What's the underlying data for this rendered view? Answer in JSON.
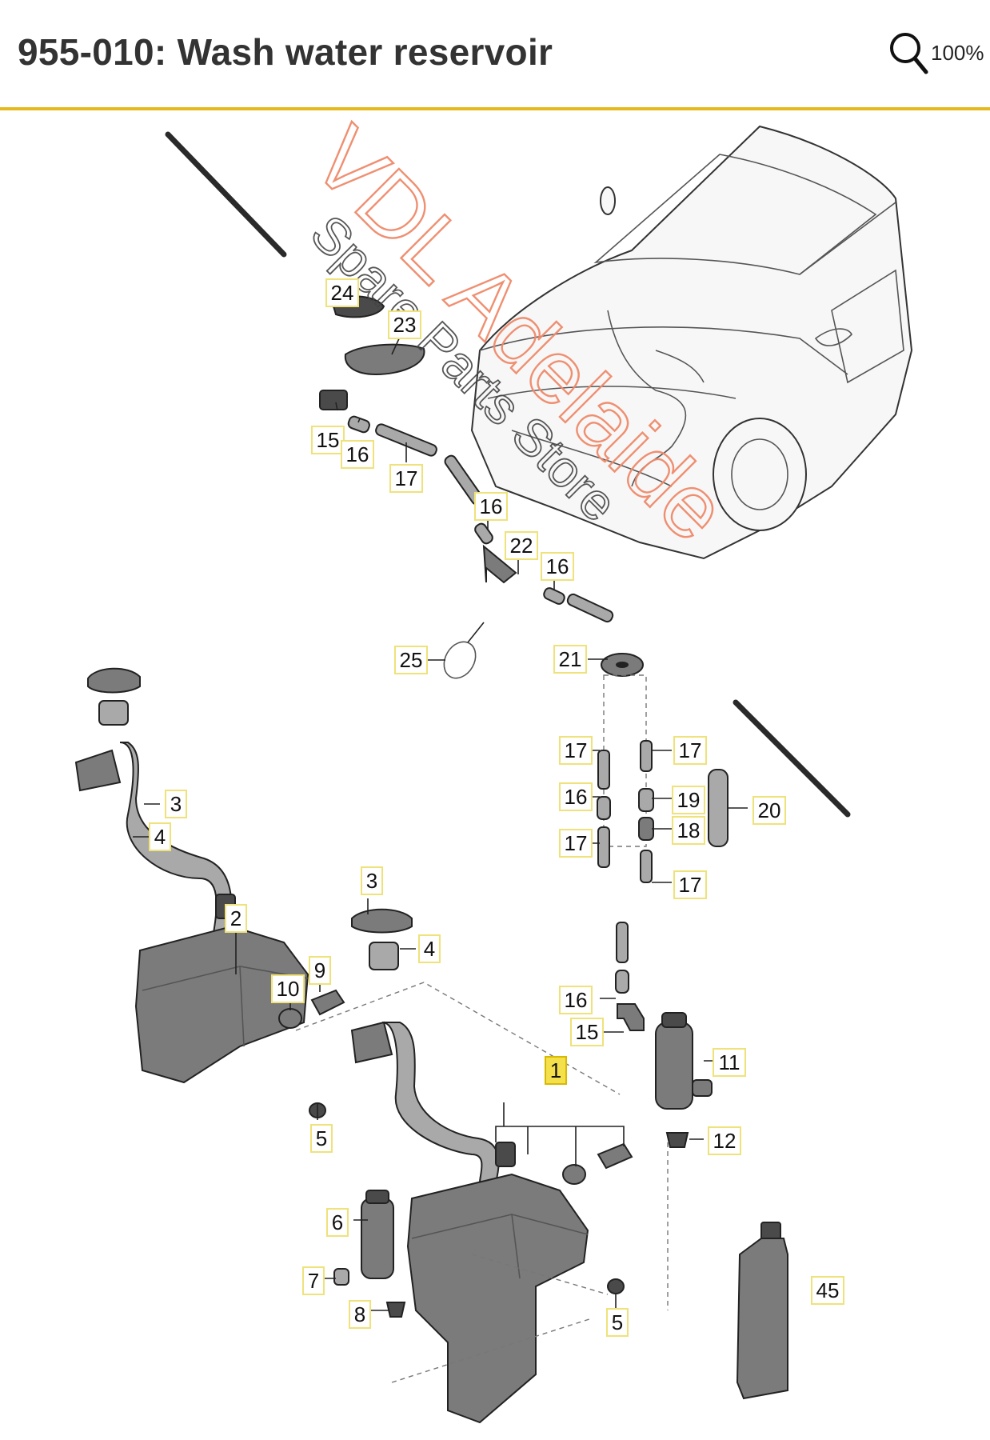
{
  "header": {
    "title": "955-010: Wash water reservoir",
    "zoom_label": "100%"
  },
  "watermark": {
    "line1": "VDL Adelaide",
    "line2": "Spare Parts Store",
    "color": "#ef8a6a"
  },
  "callouts": [
    {
      "id": "c1",
      "label": "1",
      "highlighted": true
    },
    {
      "id": "c2",
      "label": "2"
    },
    {
      "id": "c3a",
      "label": "3"
    },
    {
      "id": "c3b",
      "label": "3"
    },
    {
      "id": "c4a",
      "label": "4"
    },
    {
      "id": "c4b",
      "label": "4"
    },
    {
      "id": "c5a",
      "label": "5"
    },
    {
      "id": "c5b",
      "label": "5"
    },
    {
      "id": "c6",
      "label": "6"
    },
    {
      "id": "c7",
      "label": "7"
    },
    {
      "id": "c8",
      "label": "8"
    },
    {
      "id": "c9",
      "label": "9"
    },
    {
      "id": "c10",
      "label": "10"
    },
    {
      "id": "c11",
      "label": "11"
    },
    {
      "id": "c12",
      "label": "12"
    },
    {
      "id": "c15a",
      "label": "15"
    },
    {
      "id": "c15b",
      "label": "15"
    },
    {
      "id": "c16a",
      "label": "16"
    },
    {
      "id": "c16b",
      "label": "16"
    },
    {
      "id": "c16c",
      "label": "16"
    },
    {
      "id": "c16d",
      "label": "16"
    },
    {
      "id": "c16e",
      "label": "16"
    },
    {
      "id": "c17a",
      "label": "17"
    },
    {
      "id": "c17b",
      "label": "17"
    },
    {
      "id": "c17c",
      "label": "17"
    },
    {
      "id": "c17d",
      "label": "17"
    },
    {
      "id": "c17e",
      "label": "17"
    },
    {
      "id": "c18",
      "label": "18"
    },
    {
      "id": "c19",
      "label": "19"
    },
    {
      "id": "c20",
      "label": "20"
    },
    {
      "id": "c21",
      "label": "21"
    },
    {
      "id": "c22",
      "label": "22"
    },
    {
      "id": "c23",
      "label": "23"
    },
    {
      "id": "c24",
      "label": "24"
    },
    {
      "id": "c25",
      "label": "25"
    },
    {
      "id": "c45",
      "label": "45"
    }
  ],
  "colors": {
    "accent_line": "#e6b820",
    "highlight": "#f4e04a",
    "callout_border": "#efe27a"
  }
}
